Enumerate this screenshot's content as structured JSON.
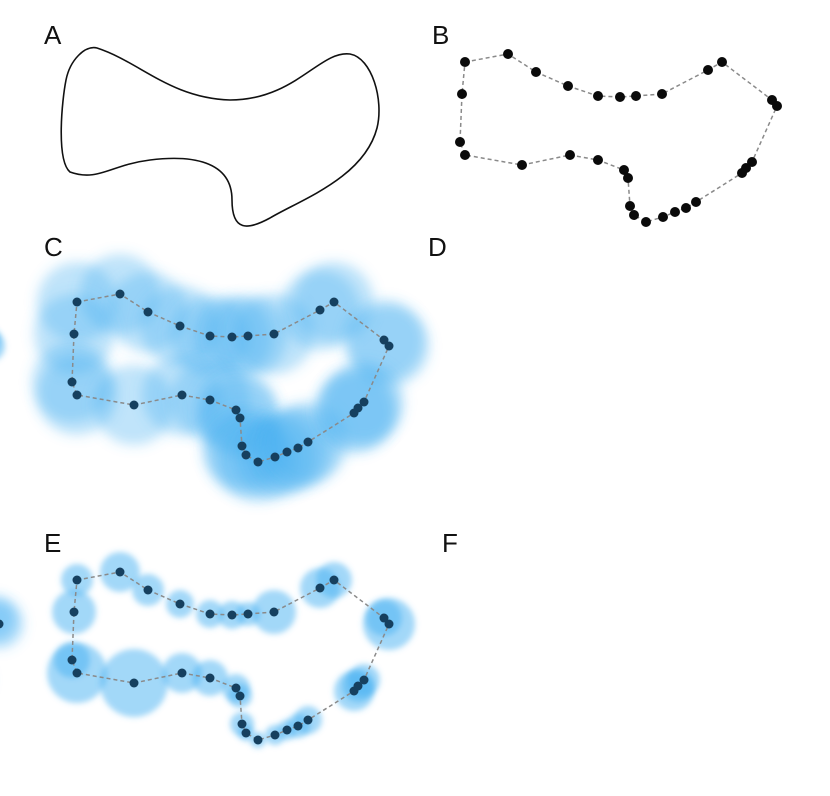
{
  "colors": {
    "outline": "#111111",
    "dashed_path": "#8a8a8a",
    "point_black": "#0a0a0a",
    "point_dark": "#16405f",
    "blob": "#47b1f2"
  },
  "panels": [
    {
      "id": "A",
      "label": "A",
      "kind": "outline"
    },
    {
      "id": "B",
      "label": "B",
      "kind": "sampled-points"
    },
    {
      "id": "C",
      "label": "C",
      "kind": "gaussian-blobs-uniform-small"
    },
    {
      "id": "D",
      "label": "D",
      "kind": "gaussian-blobs-uniform-large"
    },
    {
      "id": "E",
      "label": "E",
      "kind": "gaussian-blobs-varied"
    },
    {
      "id": "F",
      "label": "F",
      "kind": "gaussian-blobs-varied"
    }
  ]
}
